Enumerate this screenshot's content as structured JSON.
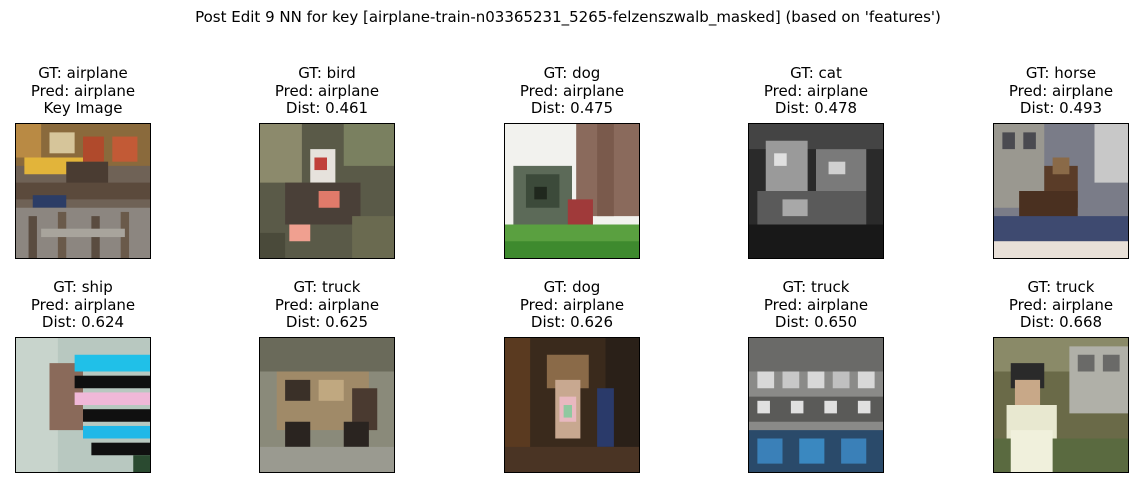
{
  "title": "Post Edit 9 NN for key [airplane-train-n03365231_5265-felzenszwalb_masked] (based on 'features')",
  "panels": [
    {
      "gt": "GT: airplane",
      "pred": "Pred: airplane",
      "extra": "Key Image",
      "image": "harbor-boats-reflection"
    },
    {
      "gt": "GT: bird",
      "pred": "Pred: airplane",
      "extra": "Dist: 0.461",
      "image": "blurry-red-object"
    },
    {
      "gt": "GT: dog",
      "pred": "Pred: airplane",
      "extra": "Dist: 0.475",
      "image": "dog-on-grass"
    },
    {
      "gt": "GT: cat",
      "pred": "Pred: airplane",
      "extra": "Dist: 0.478",
      "image": "grayscale-cat"
    },
    {
      "gt": "GT: horse",
      "pred": "Pred: airplane",
      "extra": "Dist: 0.493",
      "image": "horse-rider-building"
    },
    {
      "gt": "GT: ship",
      "pred": "Pred: airplane",
      "extra": "Dist: 0.624",
      "image": "striped-boat-closeup"
    },
    {
      "gt": "GT: truck",
      "pred": "Pred: airplane",
      "extra": "Dist: 0.625",
      "image": "rusty-vehicle"
    },
    {
      "gt": "GT: dog",
      "pred": "Pred: airplane",
      "extra": "Dist: 0.626",
      "image": "person-indoors"
    },
    {
      "gt": "GT: truck",
      "pred": "Pred: airplane",
      "extra": "Dist: 0.650",
      "image": "parked-vehicles-blue"
    },
    {
      "gt": "GT: truck",
      "pred": "Pred: airplane",
      "extra": "Dist: 0.668",
      "image": "child-outdoors"
    }
  ]
}
